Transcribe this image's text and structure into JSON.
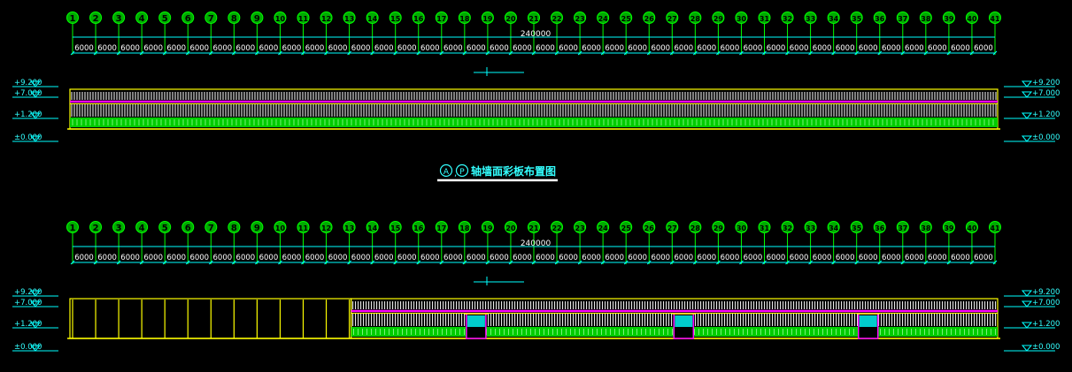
{
  "colors": {
    "background": "#000000",
    "axis_line": "#00ff00",
    "bubble_fill": "#00aa00",
    "dimension": "#00ffff",
    "panel_frame": "#ffff00",
    "panel_stripe": "#ffffff",
    "pink_band": "#ff00ff",
    "green_band": "#00cc00",
    "door_fill": "#00cccc",
    "title_color": "#00ffff"
  },
  "axes": [
    "1",
    "2",
    "3",
    "4",
    "5",
    "6",
    "7",
    "8",
    "9",
    "10",
    "11",
    "12",
    "13",
    "14",
    "15",
    "16",
    "17",
    "18",
    "19",
    "20",
    "21",
    "22",
    "23",
    "24",
    "25",
    "26",
    "27",
    "28",
    "29",
    "30",
    "31",
    "32",
    "33",
    "34",
    "35",
    "36",
    "37",
    "38",
    "39",
    "40",
    "41"
  ],
  "bay_spacing": "6000",
  "total_length": "240000",
  "levels": [
    "+9.200",
    "+7.000",
    "+1.200",
    "±0.000"
  ],
  "title": {
    "circle_a": "A",
    "circle_p": "P",
    "text": "轴墙面彩板布置图"
  },
  "elevations": [
    {
      "id": "top",
      "open_bays": 0,
      "doors_at_bay": []
    },
    {
      "id": "bottom",
      "open_bays": 12,
      "doors_at_bay": [
        17,
        26,
        34
      ]
    }
  ]
}
